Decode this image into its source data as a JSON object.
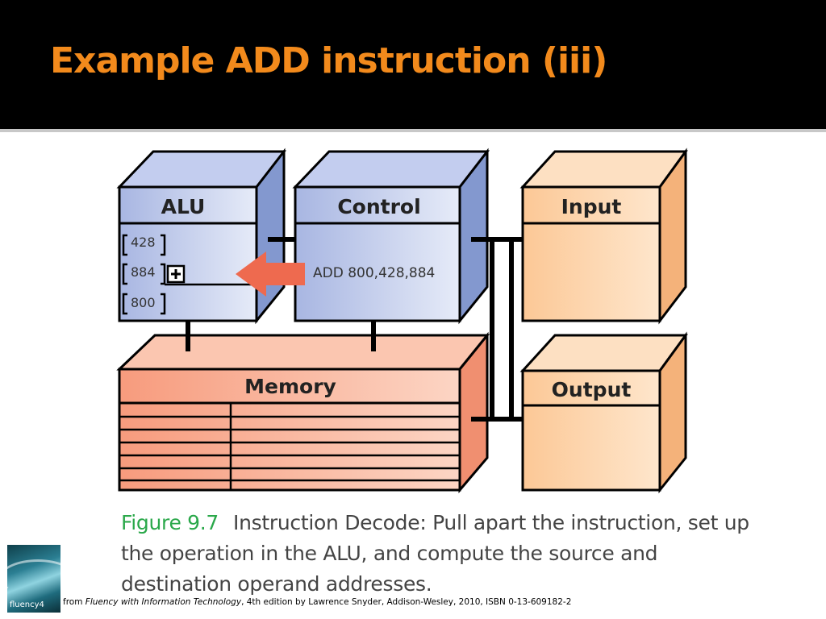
{
  "slide": {
    "title": "Example ADD instruction (iii)"
  },
  "diagram": {
    "alu": {
      "label": "ALU",
      "operand1": "428",
      "operand2": "884",
      "result": "800",
      "op_symbol": "+"
    },
    "control": {
      "label": "Control",
      "instruction": "ADD 800,428,884"
    },
    "input": {
      "label": "Input"
    },
    "output": {
      "label": "Output"
    },
    "memory": {
      "label": "Memory"
    },
    "colors": {
      "blue_front": "#aebbe3",
      "blue_top": "#c3cdef",
      "blue_side": "#8398cf",
      "orange_front": "#fcd0a4",
      "orange_top": "#fde0c2",
      "orange_side": "#f4b27a",
      "memory_front": "#f8a98d",
      "memory_top": "#fbc6b0",
      "memory_side": "#f08f70",
      "arrow": "#ee6a4f",
      "title": "#f28a1c",
      "figure_label": "#2aa84a"
    }
  },
  "caption": {
    "figure_label": "Figure 9.7",
    "text": "Instruction Decode: Pull apart the instruction, set up the operation in the ALU, and compute the source and destination operand addresses."
  },
  "footer": {
    "prefix": "from ",
    "book_title": "Fluency with Information Technology",
    "suffix": ", 4th edition by Lawrence Snyder, Addison-Wesley, 2010, ISBN 0-13-609182-2"
  },
  "book_cover": {
    "text": "fluency4"
  }
}
